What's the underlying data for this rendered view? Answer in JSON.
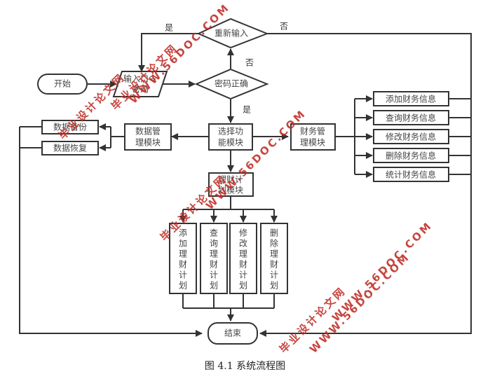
{
  "diagram": {
    "caption": "图 4.1 系统流程图",
    "nodes": {
      "start": "开始",
      "input_l1": "输入口令",
      "input_l2": "密码",
      "reenter": "重新输入",
      "pwd_ok": "密码正确",
      "select_l1": "选择功",
      "select_l2": "能模块",
      "datamgr_l1": "数据管",
      "datamgr_l2": "理模块",
      "backup": "数据备份",
      "restore": "数据恢复",
      "finmgr_l1": "财务管",
      "finmgr_l2": "理模块",
      "fin_items": [
        "添加财务信息",
        "查询财务信息",
        "修改财务信息",
        "删除财务信息",
        "统计财务信息"
      ],
      "plan_l1": "理财计",
      "plan_l2": "划模块",
      "plan_items": [
        "添加理财计划",
        "查询理财计划",
        "修改理财计划",
        "删除理财计划"
      ],
      "end": "结束"
    },
    "edges": {
      "yes_reenter": "是",
      "no_reenter": "否",
      "no_pwd": "否",
      "yes_pwd": "是"
    },
    "watermarks": [
      "毕业设计论文网",
      "WWW.56DOC.COM"
    ]
  }
}
